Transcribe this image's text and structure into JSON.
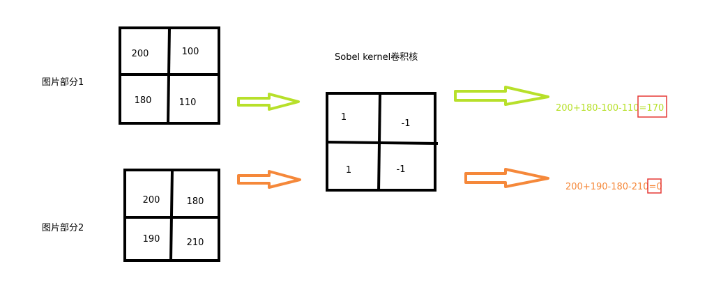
{
  "labels": {
    "part1": "图片部分1",
    "part2": "图片部分2",
    "kernel_title": "Sobel kernel卷积核"
  },
  "matrix1": {
    "tl": "200",
    "tr": "100",
    "bl": "180",
    "br": "110"
  },
  "matrix2": {
    "tl": "200",
    "tr": "180",
    "bl": "190",
    "br": "210"
  },
  "kernel": {
    "tl": "1",
    "tr": "-1",
    "bl": "1",
    "br": "-1"
  },
  "results": {
    "eq1": "200+180-100-110=",
    "val1": "170",
    "eq2": "200+190-180-210=",
    "val2": "0"
  },
  "colors": {
    "green": "#b7e02a",
    "orange": "#f5883a",
    "red_box": "#e53935",
    "black": "#000000"
  }
}
